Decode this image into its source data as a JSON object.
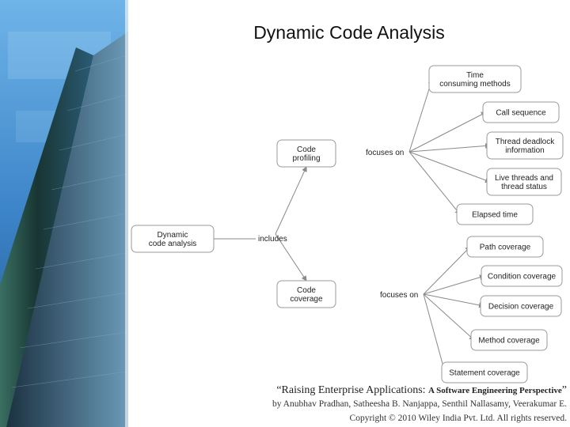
{
  "slide": {
    "title": "Dynamic Code Analysis"
  },
  "diagram": {
    "root": {
      "label_lines": [
        "Dynamic",
        "code analysis"
      ]
    },
    "root_connector": "includes",
    "branches": [
      {
        "node_lines": [
          "Code",
          "profiling"
        ],
        "connector": "focuses on",
        "children": [
          [
            "Time",
            "consuming methods"
          ],
          [
            "Call sequence"
          ],
          [
            "Thread deadlock",
            "information"
          ],
          [
            "Live threads and",
            "thread status"
          ],
          [
            "Elapsed time"
          ]
        ]
      },
      {
        "node_lines": [
          "Code",
          "coverage"
        ],
        "connector": "focuses on",
        "children": [
          [
            "Path coverage"
          ],
          [
            "Condition coverage"
          ],
          [
            "Decision coverage"
          ],
          [
            "Method coverage"
          ],
          [
            "Statement coverage"
          ]
        ]
      }
    ]
  },
  "citation": {
    "book_title": "“Raising Enterprise Applications:",
    "subtitle": "A Software Engineering Perspective",
    "close_quote": "”",
    "authors": "by Anubhav Pradhan, Satheesha B. Nanjappa, Senthil Nallasamy, Veerakumar E.",
    "copyright": "Copyright © 2010 Wiley India Pvt. Ltd. All rights reserved."
  },
  "colors": {
    "sidebar_top": "#5ea3dc",
    "sidebar_bottom": "#1e4f86",
    "building_glass": "#1f3d3a",
    "node_border": "#9a9a9a"
  }
}
